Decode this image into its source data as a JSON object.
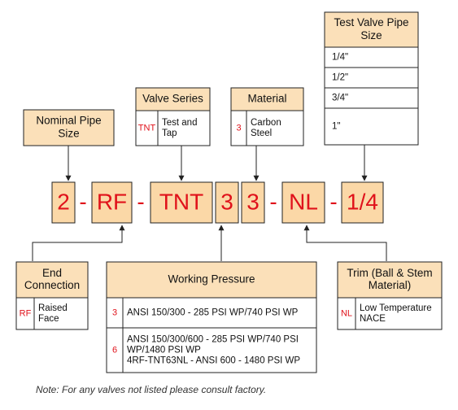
{
  "colors": {
    "header_fill": "#fbe0b9",
    "code_fill": "#fbd8a7",
    "code_text": "#e0121b",
    "prefix_text": "#e0121b",
    "border": "#222222",
    "text": "#111111"
  },
  "code_segments": [
    {
      "id": "nominal-size",
      "text": "2"
    },
    {
      "id": "end-connection",
      "text": "RF"
    },
    {
      "id": "valve-series",
      "text": "TNT"
    },
    {
      "id": "working-pressure",
      "text": "3"
    },
    {
      "id": "material",
      "text": "3"
    },
    {
      "id": "trim",
      "text": "NL"
    },
    {
      "id": "test-valve-size",
      "text": "1/4"
    }
  ],
  "separator": "-",
  "nominal_pipe_size": {
    "title_lines": [
      "Nominal Pipe",
      "Size"
    ]
  },
  "valve_series": {
    "title": "Valve Series",
    "rows": [
      {
        "code": "TNT",
        "desc_lines": [
          "Test and",
          "Tap"
        ]
      }
    ]
  },
  "material": {
    "title": "Material",
    "rows": [
      {
        "code": "3",
        "desc_lines": [
          "Carbon",
          "Steel"
        ]
      }
    ]
  },
  "test_valve_pipe_size": {
    "title_lines": [
      "Test Valve Pipe",
      "Size"
    ],
    "options": [
      "1/4\"",
      "1/2\"",
      "3/4\"",
      "1\""
    ]
  },
  "end_connection": {
    "title_lines": [
      "End",
      "Connection"
    ],
    "rows": [
      {
        "code": "RF",
        "desc_lines": [
          "Raised",
          "Face"
        ]
      }
    ]
  },
  "working_pressure": {
    "title": "Working Pressure",
    "rows": [
      {
        "code": "3",
        "desc_lines": [
          "ANSI 150/300 - 285 PSI WP/740 PSI WP"
        ]
      },
      {
        "code": "6",
        "desc_lines": [
          "ANSI 150/300/600 - 285 PSI WP/740 PSI",
          "WP/1480 PSI WP",
          "4RF-TNT63NL - ANSI 600 - 1480 PSI WP"
        ]
      }
    ]
  },
  "trim": {
    "title_lines": [
      "Trim (Ball & Stem",
      "Material)"
    ],
    "rows": [
      {
        "code": "NL",
        "desc_lines": [
          "Low Temperature",
          "NACE"
        ]
      }
    ]
  },
  "note": "Note: For any valves not listed please consult factory."
}
